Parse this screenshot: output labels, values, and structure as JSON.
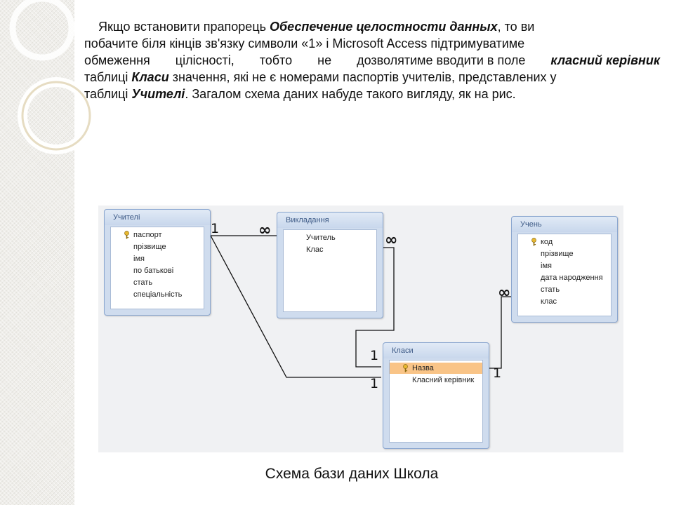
{
  "paragraph": {
    "line1_a": "Якщо встановити прапорець ",
    "line1_b": "Обеспечение целостности данных",
    "line1_c": ", то ви",
    "line2": "побачите біля кінців зв'язку символи «1» і Microsoft Access підтримуватиме",
    "line3_words": [
      "обмеження",
      "цілісності,",
      "тобто",
      "не",
      "дозволятиме вводити в поле"
    ],
    "line3_b": "класний керівник",
    "line4_a": "таблиці ",
    "line4_b": "Класи",
    "line4_c": " значення, які не є номерами паспортів учителів, представлених у",
    "line5_a": "таблиці ",
    "line5_b": "Учителі",
    "line5_c": ". Загалом схема даних набуде такого вигляду, як на рис."
  },
  "diagram": {
    "tables": [
      {
        "id": "uchyteli",
        "title": "Учителі",
        "fields": [
          {
            "name": "паспорт",
            "key": true
          },
          {
            "name": "прізвище",
            "key": false
          },
          {
            "name": "імя",
            "key": false
          },
          {
            "name": "по батькові",
            "key": false
          },
          {
            "name": "стать",
            "key": false
          },
          {
            "name": "спеціальність",
            "key": false
          }
        ]
      },
      {
        "id": "vykladannia",
        "title": "Викладання",
        "fields": [
          {
            "name": "Учитель",
            "key": false
          },
          {
            "name": "Клас",
            "key": false
          }
        ]
      },
      {
        "id": "uchen",
        "title": "Учень",
        "fields": [
          {
            "name": "код",
            "key": true
          },
          {
            "name": "прізвище",
            "key": false
          },
          {
            "name": "імя",
            "key": false
          },
          {
            "name": "дата народження",
            "key": false
          },
          {
            "name": "стать",
            "key": false
          },
          {
            "name": "клас",
            "key": false
          }
        ]
      },
      {
        "id": "klasy",
        "title": "Класи",
        "fields": [
          {
            "name": "Назва",
            "key": true,
            "selected": true
          },
          {
            "name": "Класний керівник",
            "key": false
          }
        ]
      }
    ],
    "symbols": {
      "one": "1",
      "many": "∞"
    },
    "colors": {
      "background": "#f0f1f3",
      "table_border": "#8aa6cf",
      "header_text": "#3d5a86",
      "selected_field": "#f9c487"
    }
  },
  "caption": "Схема бази даних Школа"
}
